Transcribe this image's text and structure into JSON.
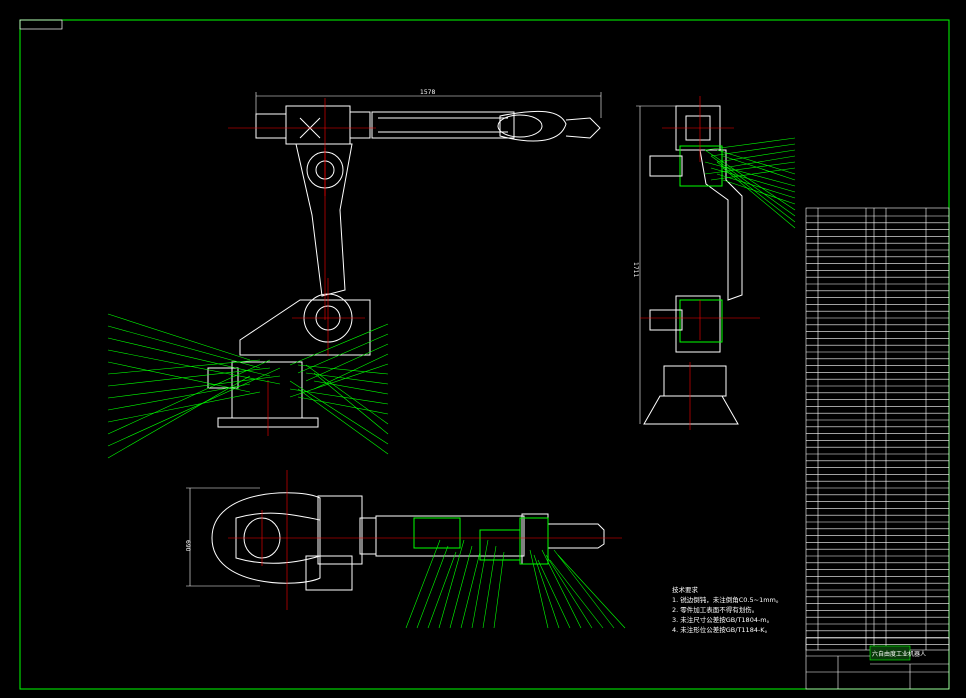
{
  "drawing": {
    "dims": {
      "top_length": "1578",
      "side_height": "1711",
      "plan_width": "690"
    },
    "notes": {
      "title": "技术要求",
      "items": [
        "1. 锐边倒钝，未注倒角C0.5~1mm。",
        "2. 零件加工表面不得有划伤。",
        "3. 未注尺寸公差按GB/T1804-m。",
        "4. 未注形位公差按GB/T1184-K。"
      ]
    },
    "title_block": {
      "name": "六自由度工业机器人"
    },
    "colors": {
      "line": "#ffffff",
      "leader": "#00ff00",
      "center": "#ff0000",
      "frame": "#00ff00"
    }
  }
}
